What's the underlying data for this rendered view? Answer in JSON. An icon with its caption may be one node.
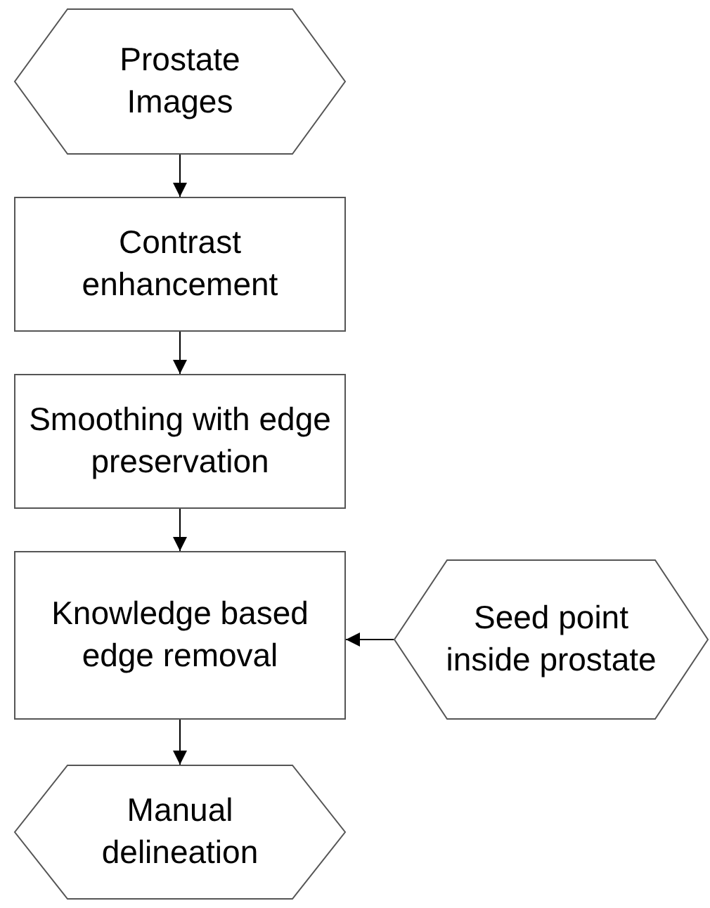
{
  "diagram": {
    "nodes": [
      {
        "text": [
          "Prostate Images"
        ]
      },
      {
        "text": [
          "Contrast enhancement"
        ]
      },
      {
        "text": [
          "Smoothing with edge preservation"
        ]
      },
      {
        "text": [
          "Knowledge based edge removal"
        ]
      },
      {
        "text": [
          "Seed point inside prostate"
        ]
      },
      {
        "text": [
          "Manual delineation"
        ]
      }
    ],
    "edges": [
      {
        "from": 0,
        "to": 1,
        "arrow": "to"
      },
      {
        "from": 1,
        "to": 2,
        "arrow": "to"
      },
      {
        "from": 2,
        "to": 3,
        "arrow": "to"
      },
      {
        "from": 4,
        "to": 3,
        "arrow": "to"
      },
      {
        "from": 3,
        "to": 5,
        "arrow": "to"
      }
    ]
  }
}
